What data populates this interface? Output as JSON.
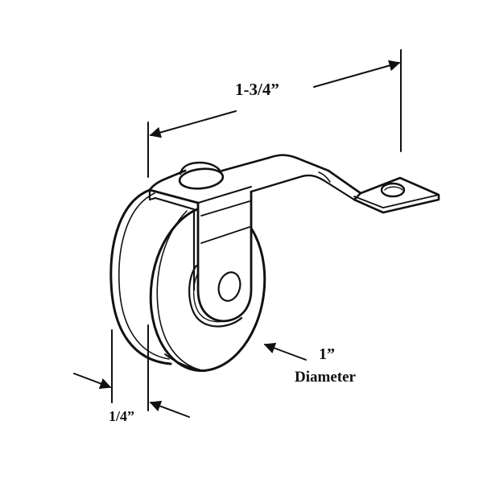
{
  "diagram": {
    "subject": "Roller wheel with offset mounting bracket",
    "line_color": "#111111",
    "background": "#ffffff",
    "dimensions": {
      "bracket_length": {
        "label": "1-3/4”"
      },
      "wheel_thickness": {
        "label": "1/4”"
      },
      "wheel_diameter": {
        "value_label": "1”",
        "caption": "Diameter"
      }
    },
    "parts": [
      {
        "name": "wheel"
      },
      {
        "name": "axle-rivet"
      },
      {
        "name": "u-bracket"
      },
      {
        "name": "top-rivet"
      },
      {
        "name": "offset-arm"
      },
      {
        "name": "mounting-tab"
      },
      {
        "name": "mounting-hole"
      }
    ]
  }
}
